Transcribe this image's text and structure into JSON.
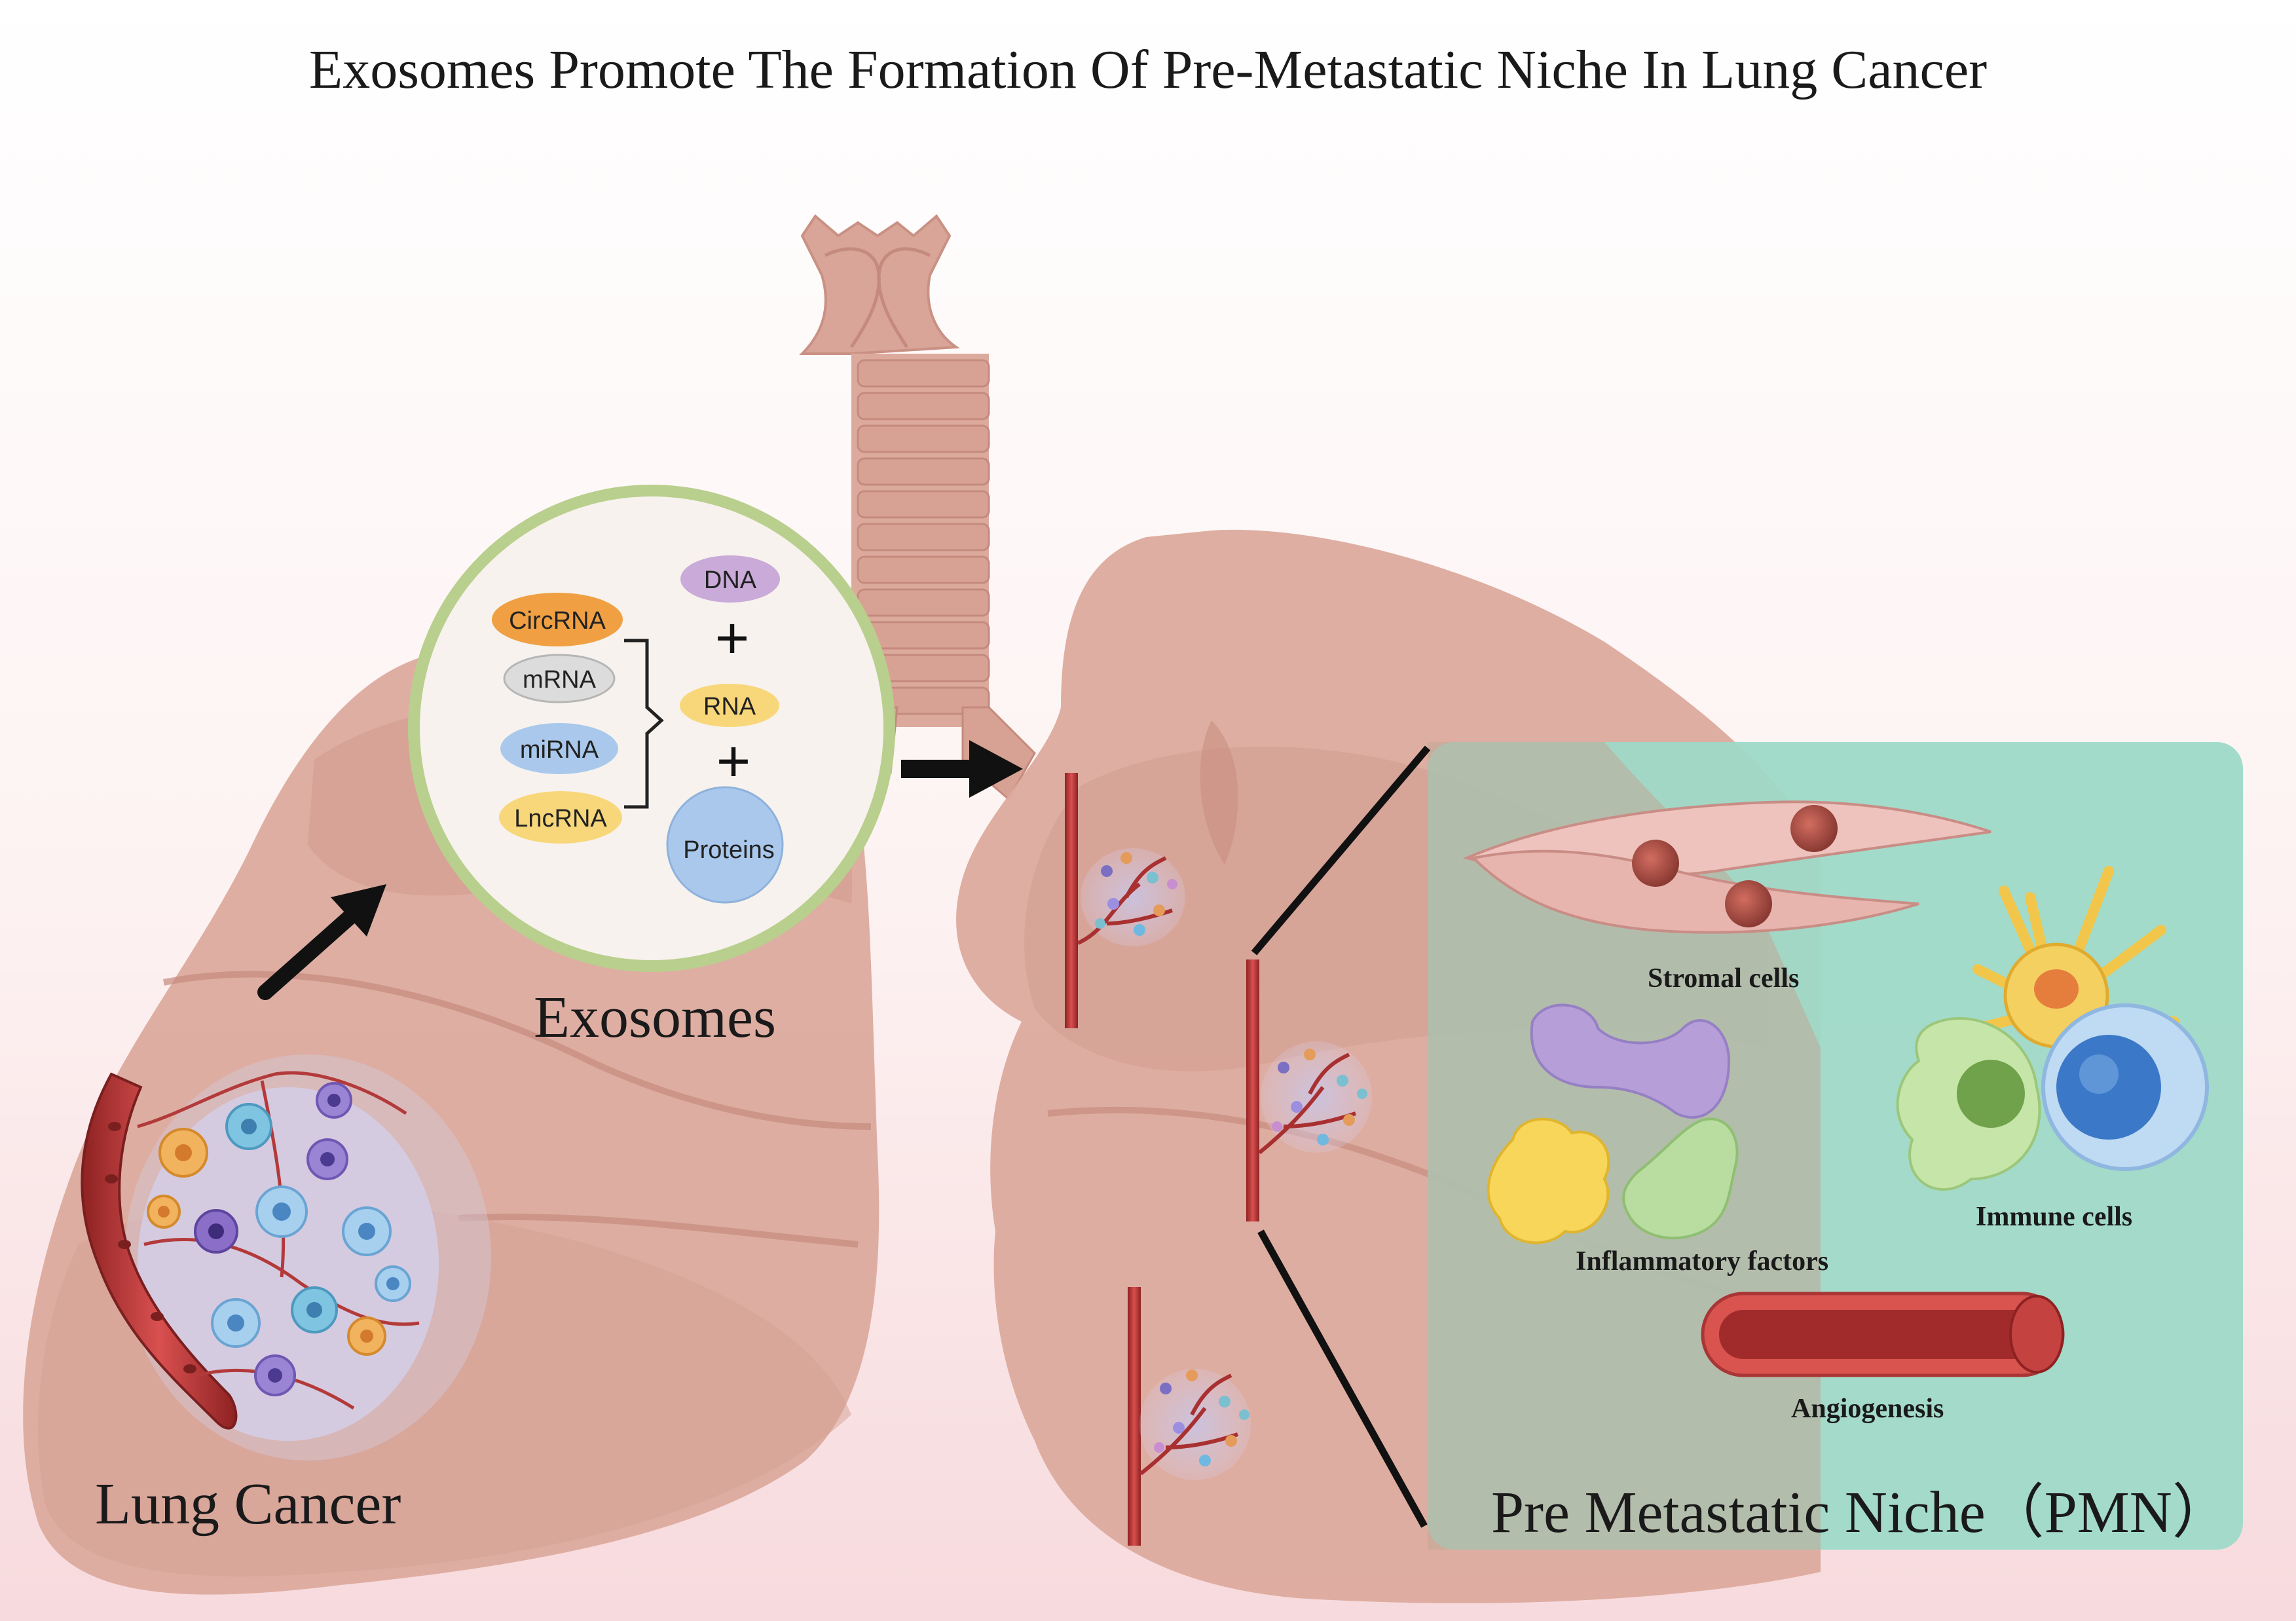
{
  "title": "Exosomes Promote The Formation Of Pre-Metastatic Niche In Lung Cancer",
  "labels": {
    "exosomes": "Exosomes",
    "lung_cancer": "Lung Cancer",
    "pmn": "Pre Metastatic Niche（PMN）"
  },
  "exosome_contents": {
    "rna_types": [
      "CircRNA",
      "mRNA",
      "miRNA",
      "LncRNA"
    ],
    "dna": "DNA",
    "rna": "RNA",
    "proteins": "Proteins",
    "plus": "+"
  },
  "niche_components": {
    "stromal": "Stromal cells",
    "immune": "Immune cells",
    "inflammatory": "Inflammatory factors",
    "angiogenesis": "Angiogenesis"
  },
  "colors": {
    "lung": "#dcaa9d",
    "trachea": "#d9a598",
    "niche_panel": "#9ed9c7",
    "magnifier_border": "#b9cf8d",
    "circrna": "#f0a043",
    "mrna": "#dcdcdc",
    "mirna": "#a9c8ec",
    "lncrna": "#f8d77a",
    "dna": "#c9aad8",
    "rna": "#f8d77a",
    "proteins": "#a9c8ec",
    "vessel": "#b53a3a"
  }
}
